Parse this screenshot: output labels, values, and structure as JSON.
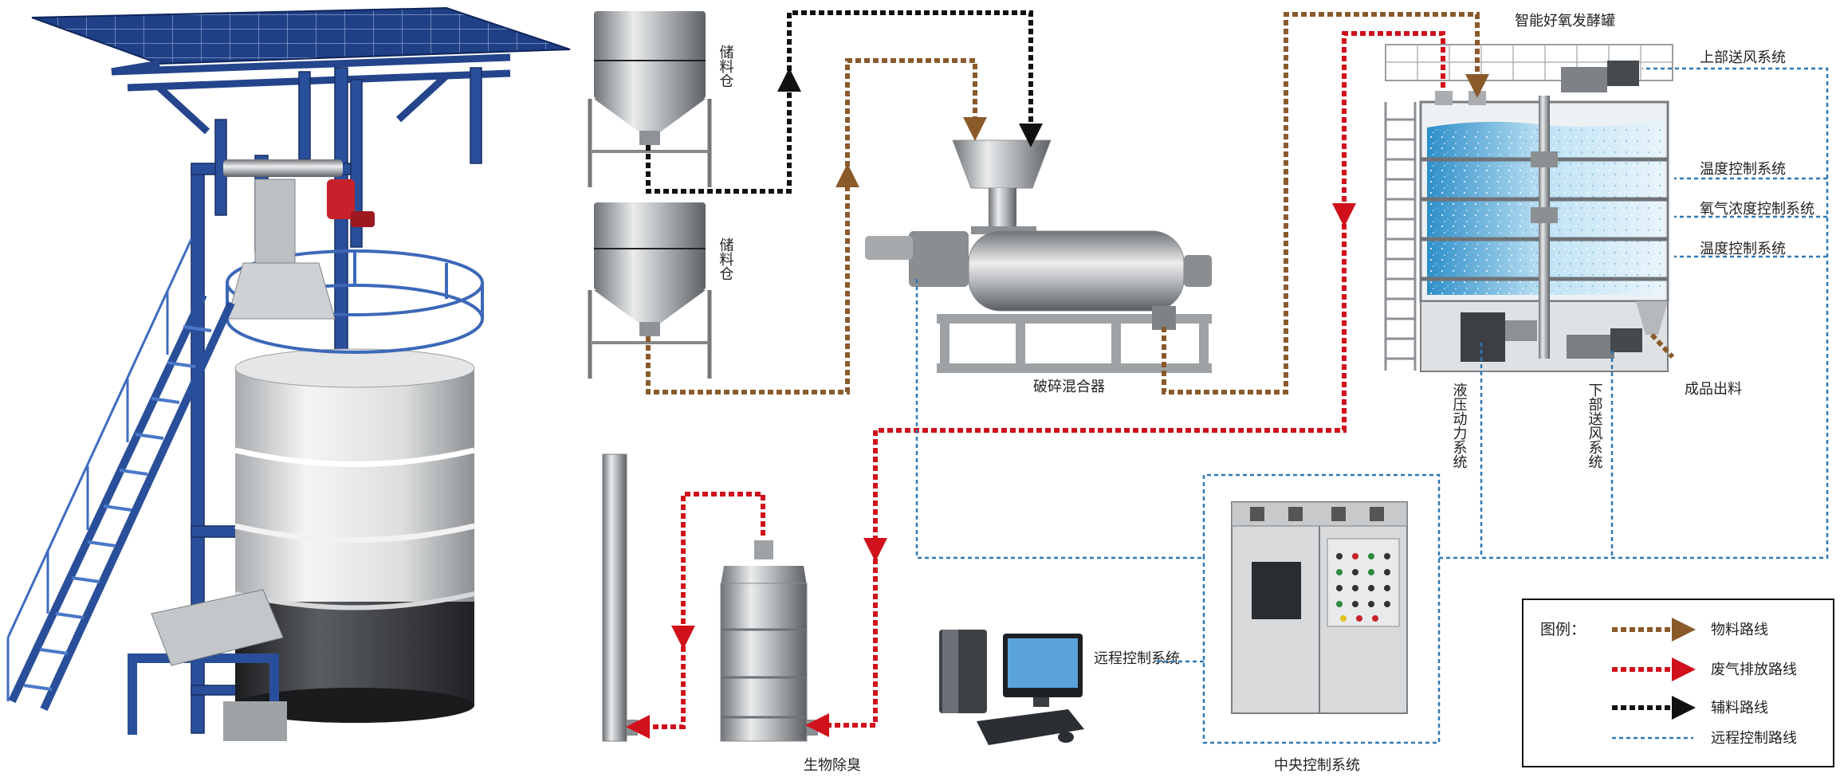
{
  "labels": {
    "silo_top": "储料仓",
    "silo_bottom": "储料仓",
    "crusher_mixer": "破碎混合器",
    "fermenter_title": "智能好氧发酵罐",
    "upper_air": "上部送风系统",
    "temp_control_1": "温度控制系统",
    "oxygen_control": "氧气浓度控制系统",
    "temp_control_2": "温度控制系统",
    "product_out": "成品出料",
    "hydraulic": "液压动力系统",
    "lower_air": "下部送风系统",
    "remote_system": "远程控制系统",
    "central_system": "中央控制系统",
    "deodor": "生物除臭"
  },
  "legend": {
    "title": "图例：",
    "items": [
      {
        "label": "物料路线",
        "color": "#8a5a2b",
        "style": "material"
      },
      {
        "label": "废气排放路线",
        "color": "#d0111b",
        "style": "exhaust"
      },
      {
        "label": "辅料路线",
        "color": "#111111",
        "style": "auxiliary"
      },
      {
        "label": "远程控制路线",
        "color": "#2f79b5",
        "style": "remote"
      }
    ]
  },
  "colors": {
    "material": "#8a5a2b",
    "exhaust": "#d0111b",
    "auxiliary": "#111111",
    "remote": "#2f79b5",
    "frame_blue": "#24458c",
    "steel": "#b9bcbf"
  }
}
